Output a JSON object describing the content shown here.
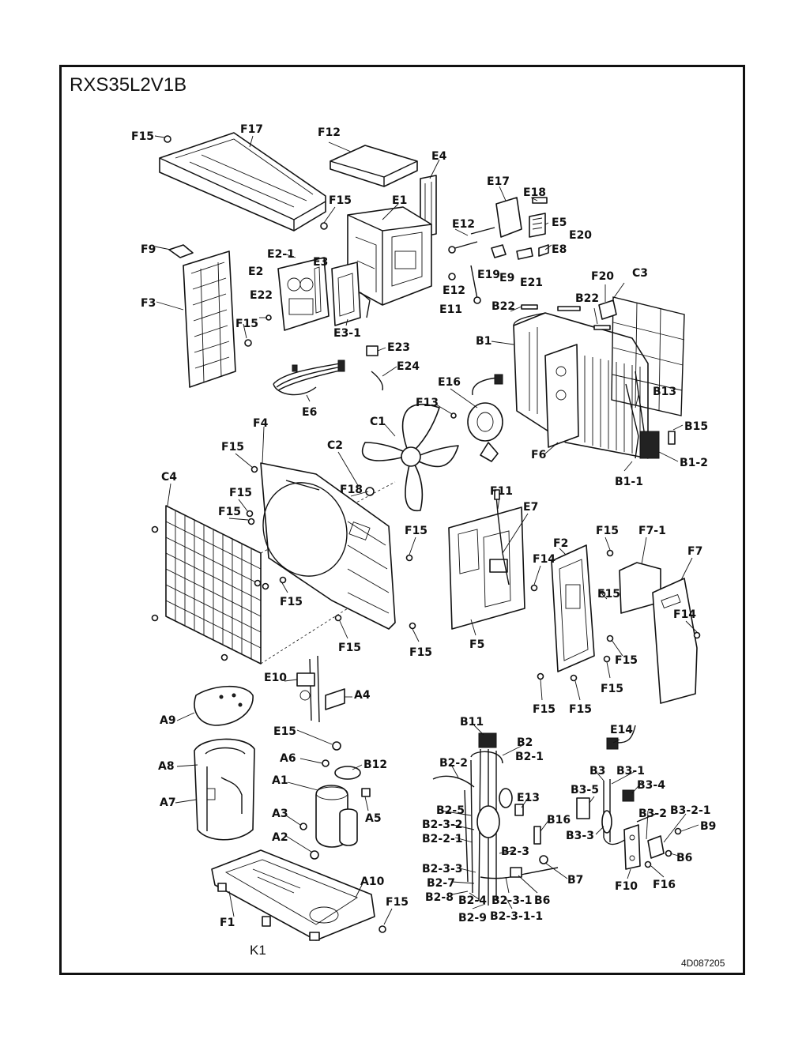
{
  "model": "RXS35L2V1B",
  "document_number": "4D087205",
  "labels": {
    "F15a": "F15",
    "F17": "F17",
    "F12": "F12",
    "E4": "E4",
    "F15b": "F15",
    "E1": "E1",
    "E17": "E17",
    "E18": "E18",
    "E12a": "E12",
    "E5": "E5",
    "E20": "E20",
    "E8": "E8",
    "F9": "F9",
    "E2_1": "E2-1",
    "E3": "E3",
    "E19": "E19",
    "E9": "E9",
    "E21": "E21",
    "E12b": "E12",
    "E2": "E2",
    "F20": "F20",
    "C3": "C3",
    "E22": "E22",
    "E11": "E11",
    "B22a": "B22",
    "B22b": "B22",
    "F3": "F3",
    "F15c": "F15",
    "E3_1": "E3-1",
    "B1": "B1",
    "E23": "E23",
    "E24": "E24",
    "E16": "E16",
    "B13": "B13",
    "F13": "F13",
    "E6": "E6",
    "C1": "C1",
    "B15": "B15",
    "F4": "F4",
    "C2": "C2",
    "F6": "F6",
    "F15d": "F15",
    "B1_2": "B1-2",
    "C4": "C4",
    "F15e": "F15",
    "B1_1": "B1-1",
    "F18": "F18",
    "F15f": "F15",
    "F11": "F11",
    "E7": "E7",
    "F15g": "F15",
    "F15h": "F15",
    "F7_1": "F7-1",
    "F2": "F2",
    "F7": "F7",
    "F14a": "F14",
    "F15i": "F15",
    "F15j": "F15",
    "F14b": "F14",
    "F15k": "F15",
    "F5": "F5",
    "F15l": "F15",
    "F15m": "F15",
    "F15n": "F15",
    "E10": "E10",
    "A4": "A4",
    "F15o": "F15",
    "F15p": "F15",
    "A9": "A9",
    "B11": "B11",
    "E14": "E14",
    "E15": "E15",
    "B2": "B2",
    "B2_1": "B2-1",
    "A6": "A6",
    "A8": "A8",
    "B12": "B12",
    "B2_2": "B2-2",
    "B3": "B3",
    "B3_1": "B3-1",
    "A1": "A1",
    "B3_4": "B3-4",
    "E13": "E13",
    "B3_5": "B3-5",
    "A7": "A7",
    "A5": "A5",
    "B2_5": "B2-5",
    "B16": "B16",
    "B3_2": "B3-2",
    "B3_2_1": "B3-2-1",
    "B9": "B9",
    "A3": "A3",
    "B2_3_2": "B2-3-2",
    "B3_3": "B3-3",
    "B2_2_1": "B2-2-1",
    "A2": "A2",
    "B2_3": "B2-3",
    "B6a": "B6",
    "B2_3_3": "B2-3-3",
    "A10": "A10",
    "B7": "B7",
    "B2_7": "B2-7",
    "F10": "F10",
    "F16": "F16",
    "B2_8": "B2-8",
    "B2_4": "B2-4",
    "B2_3_1": "B2-3-1",
    "B6b": "B6",
    "F15q": "F15",
    "F1": "F1",
    "B2_9": "B2-9",
    "B2_3_1_1": "B2-3-1-1",
    "K1": "K1"
  }
}
